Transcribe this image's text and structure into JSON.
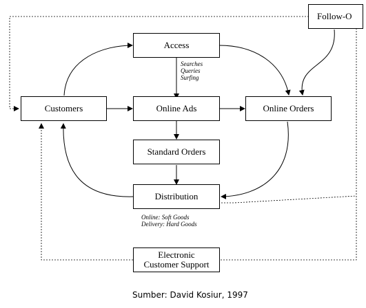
{
  "diagram": {
    "nodes": {
      "access": "Access",
      "customers": "Customers",
      "online_ads": "Online Ads",
      "online_orders": "Online Orders",
      "standard_orders": "Standard Orders",
      "distribution": "Distribution",
      "electronic_support": [
        "Electronic",
        "Customer Support"
      ],
      "follow_up": "Follow-O"
    },
    "notes": {
      "access_activities": [
        "Searches",
        "Queries",
        "Surfing"
      ],
      "distribution_types": [
        "Online: Soft Goods",
        "Delivery: Hard Goods"
      ]
    },
    "caption": "Sumber: David Kosiur, 1997"
  }
}
